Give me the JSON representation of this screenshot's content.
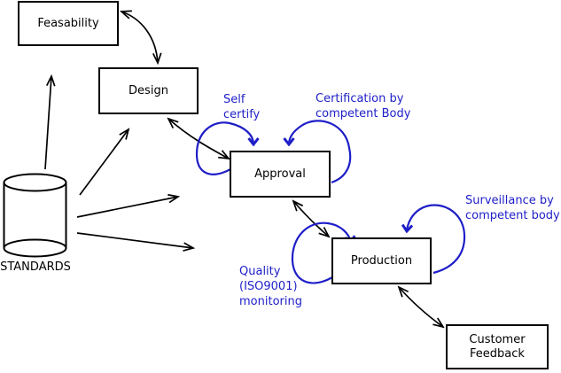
{
  "nodes": {
    "feasability": {
      "label": "Feasability"
    },
    "design": {
      "label": "Design"
    },
    "approval": {
      "label": "Approval"
    },
    "production": {
      "label": "Production"
    },
    "customer_feedback": {
      "label": "Customer\nFeedback"
    }
  },
  "datastore": {
    "label": "STANDARDS"
  },
  "annotations": {
    "self_certify": "Self\ncertify",
    "certification": "Certification by\ncompetent Body",
    "surveillance": "Surveillance by\ncompetent body",
    "quality": "Quality\n(ISO9001)\nmonitoring"
  },
  "colors": {
    "line": "#000000",
    "annotation": "#1e1ec8",
    "background": "#ffffff",
    "node_fill": "#ffffff"
  },
  "edges": [
    {
      "from": "STANDARDS",
      "to": "Feasability",
      "type": "arrow"
    },
    {
      "from": "STANDARDS",
      "to": "Design",
      "type": "arrow"
    },
    {
      "from": "STANDARDS",
      "to": "Approval",
      "type": "arrow"
    },
    {
      "from": "STANDARDS",
      "to": "Production",
      "type": "arrow"
    },
    {
      "from": "Feasability",
      "to": "Design",
      "type": "double-arrow"
    },
    {
      "from": "Design",
      "to": "Approval",
      "type": "double-arrow"
    },
    {
      "from": "Approval",
      "to": "Production",
      "type": "double-arrow"
    },
    {
      "from": "Production",
      "to": "Customer Feedback",
      "type": "double-arrow"
    },
    {
      "node": "Approval",
      "type": "self-loop",
      "label": "Self certify"
    },
    {
      "node": "Approval",
      "type": "self-loop",
      "label": "Certification by competent Body"
    },
    {
      "node": "Production",
      "type": "self-loop",
      "label": "Quality (ISO9001) monitoring"
    },
    {
      "node": "Production",
      "type": "self-loop",
      "label": "Surveillance by competent body"
    }
  ]
}
